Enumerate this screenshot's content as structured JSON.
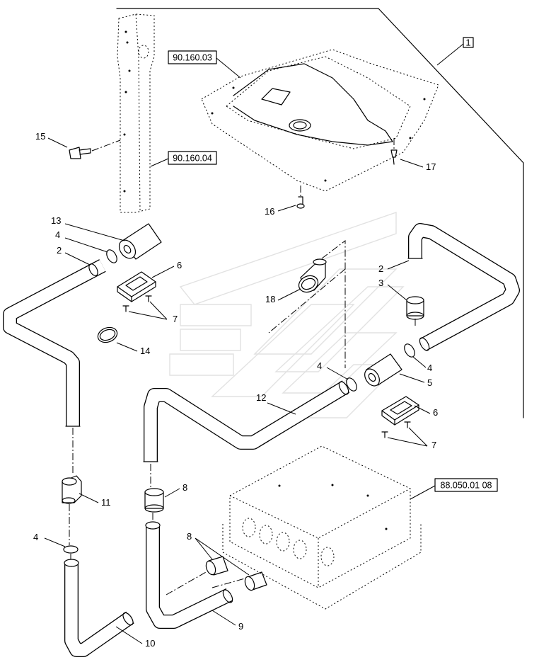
{
  "group_ref": "1",
  "references": {
    "cab_roof": "90.160.03",
    "cab_post": "90.160.04",
    "heater_unit": "88.050.01 08"
  },
  "callouts": {
    "c15": "15",
    "c17": "17",
    "c16": "16",
    "c13": "13",
    "c4a": "4",
    "c2a": "2",
    "c6a": "6",
    "c7a": "7",
    "c14": "14",
    "c18": "18",
    "c2b": "2",
    "c3": "3",
    "c4b": "4",
    "c4c": "4",
    "c5": "5",
    "c12": "12",
    "c6b": "6",
    "c7b": "7",
    "c11": "11",
    "c8a": "8",
    "c4d": "4",
    "c8b": "8",
    "c9": "9",
    "c10": "10"
  }
}
